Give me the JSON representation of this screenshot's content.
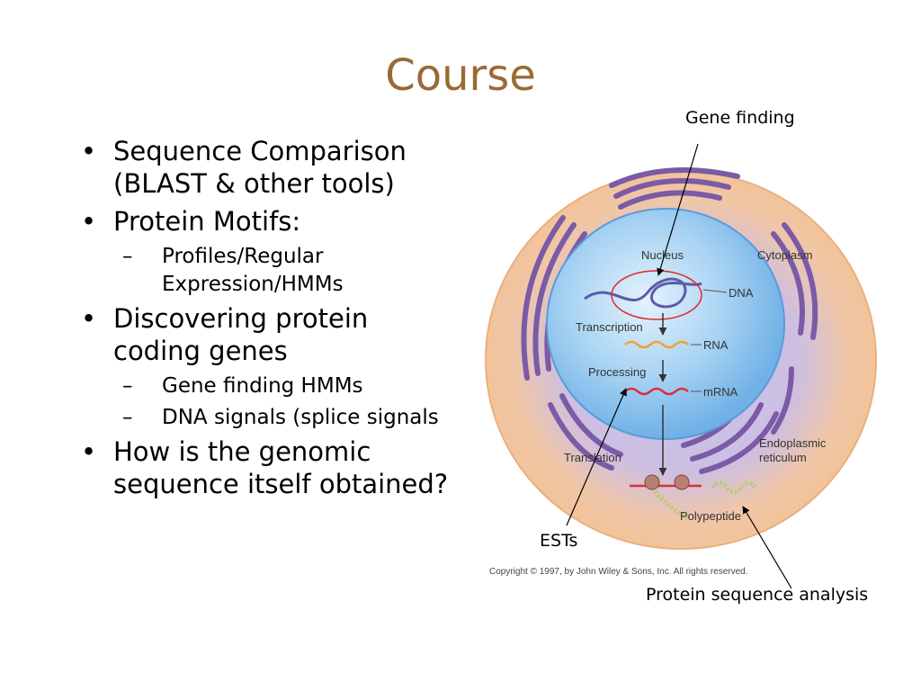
{
  "slide": {
    "title": "Course"
  },
  "bullets": {
    "b1_line1": "Sequence Comparison",
    "b1_line2": "(BLAST & other tools)",
    "b2": "Protein Motifs:",
    "b2_sub1_line1": "Profiles/Regular",
    "b2_sub1_line2": "Expression/HMMs",
    "b3_line1": "Discovering protein",
    "b3_line2": "coding genes",
    "b3_sub1": "Gene finding HMMs",
    "b3_sub2": "DNA signals (splice signals",
    "b4_line1": "How is the genomic",
    "b4_line2": "sequence itself obtained?"
  },
  "marks": {
    "bullet": "•",
    "dash": "–"
  },
  "diagram": {
    "nucleus": "Nucleus",
    "cytoplasm": "Cytoplasm",
    "dna": "DNA",
    "transcription": "Transcription",
    "rna": "RNA",
    "processing": "Processing",
    "mrna": "mRNA",
    "translation": "Translation",
    "er_line1": "Endoplasmic",
    "er_line2": "reticulum",
    "polypeptide": "Polypeptide",
    "copyright": "Copyright © 1997, by John Wiley & Sons, Inc. All rights reserved."
  },
  "callouts": {
    "gene_finding": "Gene finding",
    "ests": "ESTs",
    "protein_analysis": "Protein sequence analysis"
  },
  "colors": {
    "title": "#9a6a35",
    "cell_outer": "#f3c49a",
    "cell_inner": "#c9c4ea",
    "nucleus": "#8ec3ec",
    "er": "#7b5aa6",
    "rna": "#f0a030",
    "mrna": "#d8303a",
    "gene_circle": "#dd2a2a"
  }
}
